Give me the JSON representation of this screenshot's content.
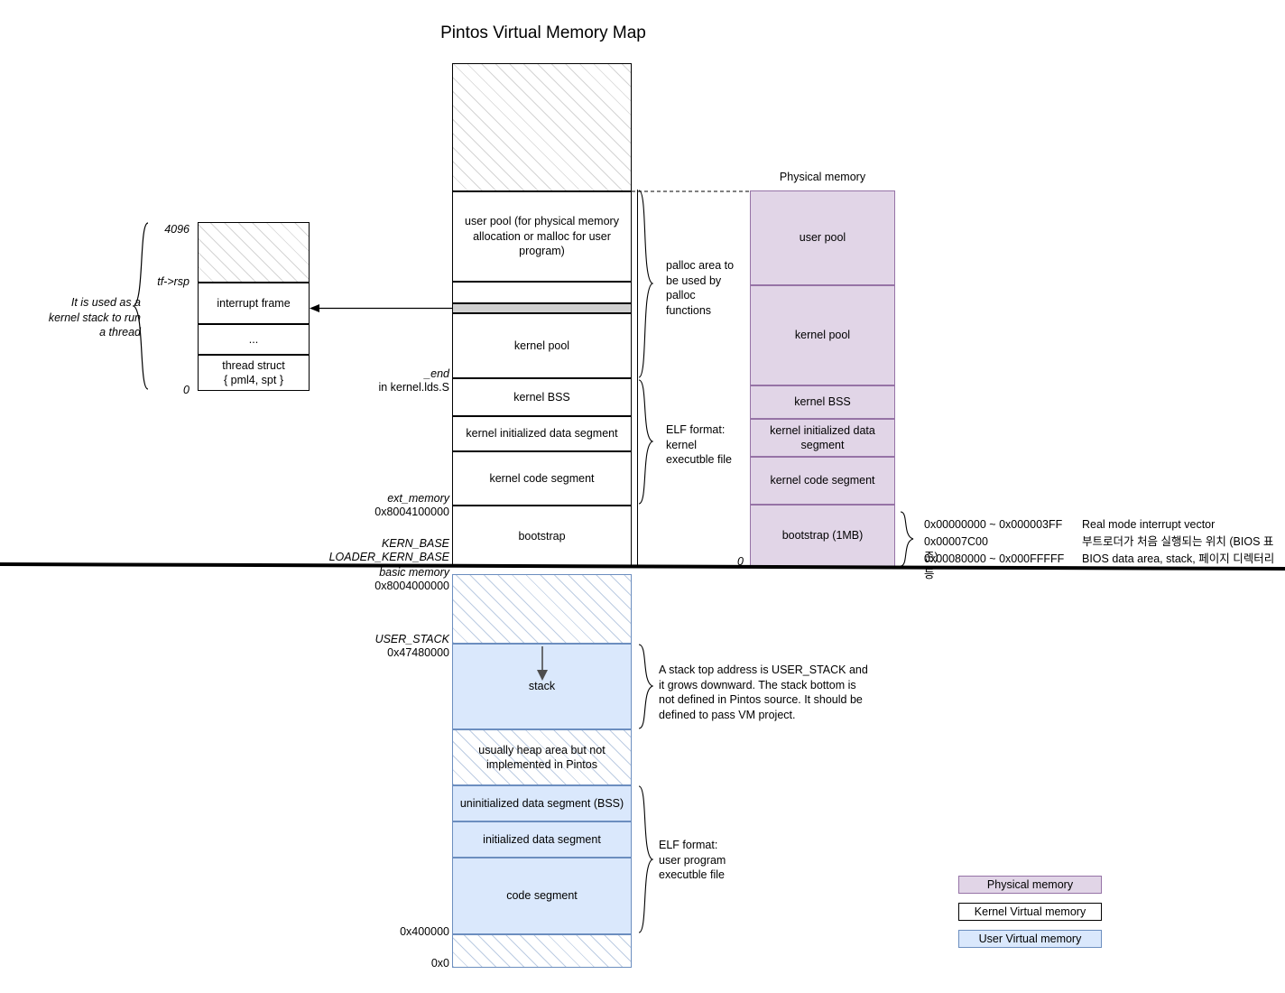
{
  "title": "Pintos Virtual Memory Map",
  "physical_header": "Physical memory",
  "thread_stack": {
    "note": "It is used as a\nkernel stack to run\na thread",
    "top_label": "4096",
    "mid_label": "tf->rsp",
    "bottom_label": "0",
    "rows": [
      {
        "label": ""
      },
      {
        "label": "interrupt frame"
      },
      {
        "label": "..."
      },
      {
        "label": "thread struct\n{ pml4, spt }"
      }
    ]
  },
  "kernel_column": {
    "rows": [
      {
        "label": "",
        "kind": "hatch"
      },
      {
        "label": "user pool (for physical memory allocation or malloc for user program)",
        "kind": "box"
      },
      {
        "label": "",
        "kind": "box"
      },
      {
        "label": "",
        "kind": "band"
      },
      {
        "label": "kernel pool",
        "kind": "box"
      },
      {
        "label": "kernel BSS",
        "kind": "box"
      },
      {
        "label": "kernel initialized data segment",
        "kind": "box"
      },
      {
        "label": "kernel code segment",
        "kind": "box"
      },
      {
        "label": "bootstrap",
        "kind": "box"
      }
    ],
    "left_labels": [
      {
        "name": "_end",
        "addr": "in kernel.lds.S"
      },
      {
        "name": "ext_memory",
        "addr": "0x8004100000"
      },
      {
        "name": "KERN_BASE",
        "addr": ""
      },
      {
        "name": "LOADER_KERN_BASE",
        "addr": ""
      },
      {
        "name": "basic memory",
        "addr": "0x8004000000"
      }
    ],
    "brace_palloc": "palloc area to\nbe used by\npalloc\nfunctions",
    "brace_elf": "ELF format:\nkernel\nexecutble file"
  },
  "physical_column": {
    "zero_label": "0",
    "rows": [
      {
        "label": "user pool"
      },
      {
        "label": "kernel pool"
      },
      {
        "label": "kernel BSS"
      },
      {
        "label": "kernel initialized data segment"
      },
      {
        "label": "kernel code segment"
      },
      {
        "label": "bootstrap (1MB)"
      }
    ],
    "bios_notes": [
      {
        "range": "0x00000000 ~ 0x000003FF",
        "desc": "Real mode interrupt vector"
      },
      {
        "range": "0x00007C00",
        "desc": "부트로더가 처음 실행되는 위치 (BIOS 표준)"
      },
      {
        "range": "0x00080000 ~ 0x000FFFFF",
        "desc": "BIOS data area, stack, 페이지 디렉터리 등"
      }
    ]
  },
  "user_column": {
    "rows": [
      {
        "label": "",
        "kind": "hatch"
      },
      {
        "label": "stack",
        "kind": "box"
      },
      {
        "label": "usually heap area but not implemented in Pintos",
        "kind": "hatch"
      },
      {
        "label": "uninitialized data segment (BSS)",
        "kind": "box"
      },
      {
        "label": "initialized data segment",
        "kind": "box"
      },
      {
        "label": "code segment",
        "kind": "box"
      },
      {
        "label": "",
        "kind": "hatch"
      }
    ],
    "left_labels": [
      {
        "name": "USER_STACK",
        "addr": "0x47480000"
      },
      {
        "name": "",
        "addr": "0x400000"
      },
      {
        "name": "",
        "addr": "0x0"
      }
    ],
    "brace_stack": "A stack top address is USER_STACK and\nit grows downward. The stack bottom is\nnot defined in Pintos source. It should be\ndefined to pass VM project.",
    "brace_elf": "ELF format:\nuser program\nexecutble file"
  },
  "legend": [
    {
      "label": "Physical memory",
      "kind": "physical"
    },
    {
      "label": "Kernel Virtual memory",
      "kind": "kernel"
    },
    {
      "label": "User Virtual memory",
      "kind": "user"
    }
  ],
  "colors": {
    "physical_fill": "#e1d5e7",
    "physical_stroke": "#9673a6",
    "user_fill": "#dae8fc",
    "user_stroke": "#6c8ebf",
    "kernel_fill": "#ffffff",
    "kernel_stroke": "#000000",
    "band_fill": "#d0d0d0"
  }
}
